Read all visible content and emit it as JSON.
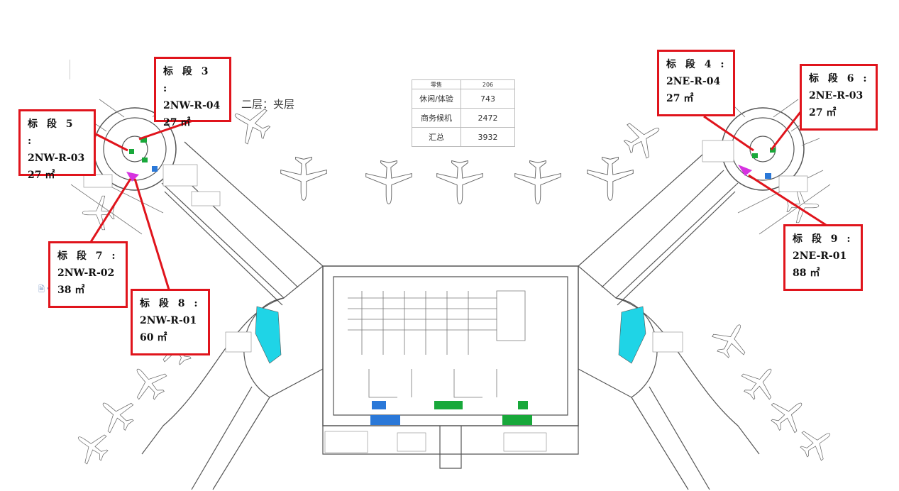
{
  "floor_label": "二层：夹层",
  "stats_table": {
    "rows": [
      {
        "name": "零售",
        "value": "206"
      },
      {
        "name": "休闲/体验",
        "value": "743"
      },
      {
        "name": "商务候机",
        "value": "2472"
      },
      {
        "name": "汇总",
        "value": "3932"
      }
    ]
  },
  "callouts": [
    {
      "title": "标 段 3 :",
      "code": "2NW-R-04",
      "area": "27 ㎡"
    },
    {
      "title": "标 段 5 :",
      "code": "2NW-R-03",
      "area": "27 ㎡"
    },
    {
      "title": "标 段 7 :",
      "code": "2NW-R-02",
      "area": "38 ㎡"
    },
    {
      "title": "标 段 8 :",
      "code": "2NW-R-01",
      "area": "60 ㎡"
    },
    {
      "title": "标 段 4 :",
      "code": "2NE-R-04",
      "area": "27 ㎡"
    },
    {
      "title": "标 段 6 :",
      "code": "2NE-R-03",
      "area": "27 ㎡"
    },
    {
      "title": "标 段 9 :",
      "code": "2NE-R-01",
      "area": "88 ㎡"
    }
  ],
  "colors": {
    "callout_border": "#e0141c",
    "leader_line": "#e0141c",
    "zone_magenta": "#d633e0",
    "zone_green": "#18a83a",
    "zone_blue": "#2a78d8",
    "zone_cyan": "#1fd4e6",
    "plan_lines": "#555555"
  }
}
